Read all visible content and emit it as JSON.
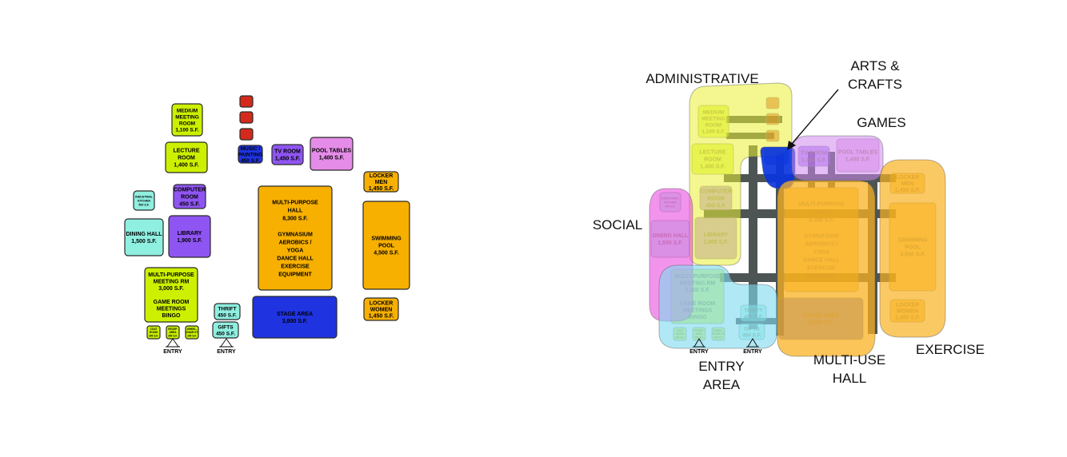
{
  "colors": {
    "lime": "#ccf000",
    "violet": "#8f55f2",
    "aqua": "#8fefe0",
    "orange": "#f7b000",
    "blue": "#1f33e0",
    "pink": "#e58ce8",
    "red": "#d32a1c",
    "grid": "#4d5454",
    "zone_admin": "#ebf033",
    "zone_social": "#ea4ce0",
    "zone_entry": "#7fdcef",
    "zone_multi": "#f9b222",
    "zone_games": "#cf88ef",
    "zone_exercise": "#f9b222",
    "zone_arts": "#0a35e0"
  },
  "rooms": [
    {
      "id": "medium-meeting-room",
      "lines": [
        "MEDIUM",
        "MEETING",
        "ROOM",
        "1,100 S.F."
      ],
      "color": "lime"
    },
    {
      "id": "lecture-room",
      "lines": [
        "LECTURE",
        "ROOM",
        "1,400 S.F."
      ],
      "color": "lime"
    },
    {
      "id": "computer-room",
      "lines": [
        "COMPUTER",
        "ROOM",
        "450 S.F."
      ],
      "color": "violet"
    },
    {
      "id": "library",
      "lines": [
        "LIBRARY",
        "1,900 S.F."
      ],
      "color": "violet"
    },
    {
      "id": "industrial-kitchen",
      "lines": [
        "INDUSTRIAL",
        "KITCHEN",
        "500 S.F."
      ],
      "color": "aqua"
    },
    {
      "id": "dining-hall",
      "lines": [
        "DINING HALL",
        "1,500 S.F."
      ],
      "color": "aqua"
    },
    {
      "id": "multi-purpose-meeting-rm",
      "lines": [
        "MULTI-PURPOSE",
        "MEETING RM",
        "3,000 S.F.",
        "",
        "GAME ROOM",
        "MEETINGS",
        "BINGO"
      ],
      "color": "lime"
    },
    {
      "id": "coat-room",
      "lines": [
        "COAT",
        "ROOM",
        "300 S.F."
      ],
      "color": "lime"
    },
    {
      "id": "reception-area",
      "lines": [
        "RECEP.",
        "AREA",
        "350 S.F."
      ],
      "color": "lime"
    },
    {
      "id": "wheelchair-storage",
      "lines": [
        "WHEEL-",
        "CHAIR ST.",
        "200 S.F."
      ],
      "color": "lime"
    },
    {
      "id": "art-room-1",
      "lines": [
        "",
        "",
        ""
      ],
      "color": "red"
    },
    {
      "id": "art-room-2",
      "lines": [
        "",
        "",
        ""
      ],
      "color": "red"
    },
    {
      "id": "art-room-3",
      "lines": [
        "",
        "",
        ""
      ],
      "color": "red"
    },
    {
      "id": "music-painting",
      "lines": [
        "MUSIC /",
        "PAINTING",
        "450 S.F."
      ],
      "color": "blue"
    },
    {
      "id": "tv-room",
      "lines": [
        "TV ROOM",
        "1,450 S.F."
      ],
      "color": "violet"
    },
    {
      "id": "pool-tables",
      "lines": [
        "POOL TABLES",
        "1,400 S.F."
      ],
      "color": "pink"
    },
    {
      "id": "multi-purpose-hall",
      "lines": [
        "MULTI-PURPOSE",
        "HALL",
        "8,300 S.F.",
        "",
        "GYMNASIUM",
        "AEROBICS /",
        "YOGA",
        "DANCE HALL",
        "EXERCISE",
        "EQUIPMENT"
      ],
      "color": "orange"
    },
    {
      "id": "stage-area",
      "lines": [
        "STAGE AREA",
        "3,800 S.F."
      ],
      "color": "blue"
    },
    {
      "id": "thrift",
      "lines": [
        "THRIFT",
        "450 S.F."
      ],
      "color": "aqua"
    },
    {
      "id": "gifts",
      "lines": [
        "GIFTS",
        "450 S.F."
      ],
      "color": "aqua"
    },
    {
      "id": "locker-men",
      "lines": [
        "LOCKER",
        "MEN",
        "1,450 S.F."
      ],
      "color": "orange"
    },
    {
      "id": "swimming-pool",
      "lines": [
        "SWIMMING",
        "POOL",
        "4,500 S.F."
      ],
      "color": "orange"
    },
    {
      "id": "locker-women",
      "lines": [
        "LOCKER",
        "WOMEN",
        "1,450 S.F."
      ],
      "color": "orange"
    }
  ],
  "entries": [
    "ENTRY",
    "ENTRY"
  ],
  "zones": [
    {
      "id": "administrative",
      "lines": [
        "ADMINISTRATIVE"
      ],
      "color": "zone_admin"
    },
    {
      "id": "arts-crafts",
      "lines": [
        "ARTS &",
        "CRAFTS"
      ],
      "color": "zone_arts"
    },
    {
      "id": "games",
      "lines": [
        "GAMES"
      ],
      "color": "zone_games"
    },
    {
      "id": "social",
      "lines": [
        "SOCIAL"
      ],
      "color": "zone_social"
    },
    {
      "id": "entry-area",
      "lines": [
        "ENTRY",
        "AREA"
      ],
      "color": "zone_entry"
    },
    {
      "id": "multi-use-hall",
      "lines": [
        "MULTI-USE",
        "HALL"
      ],
      "color": "zone_multi"
    },
    {
      "id": "exercise",
      "lines": [
        "EXERCISE"
      ],
      "color": "zone_exercise"
    }
  ]
}
